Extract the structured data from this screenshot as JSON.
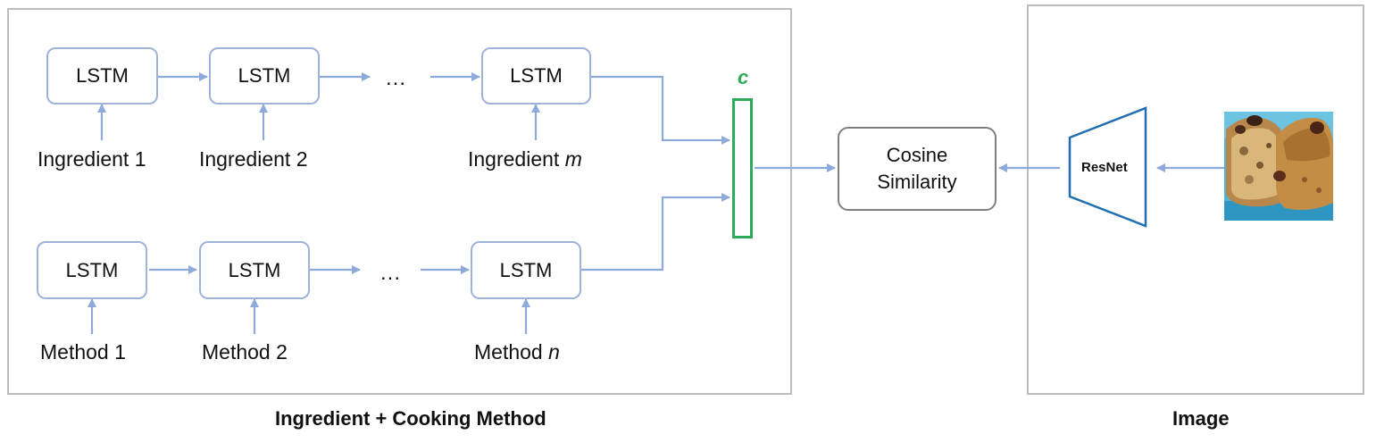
{
  "lstm_label": "LSTM",
  "ingredients": {
    "first": "Ingredient 1",
    "second": "Ingredient 2",
    "last_prefix": "Ingredient ",
    "last_var": "m"
  },
  "methods": {
    "first": "Method 1",
    "second": "Method 2",
    "last_prefix": "Method ",
    "last_var": "n"
  },
  "ellipsis": "...",
  "concat_label": "c",
  "cosine": {
    "line1": "Cosine",
    "line2": "Similarity"
  },
  "resnet_label": "ResNet",
  "captions": {
    "left": "Ingredient + Cooking Method",
    "right": "Image"
  },
  "colors": {
    "arrow": "#8eaadb",
    "lstm_border": "#9fb3d9",
    "concat": "#2faa5a",
    "resnet": "#1f6fb2",
    "panel_border": "#bdbdbd"
  }
}
